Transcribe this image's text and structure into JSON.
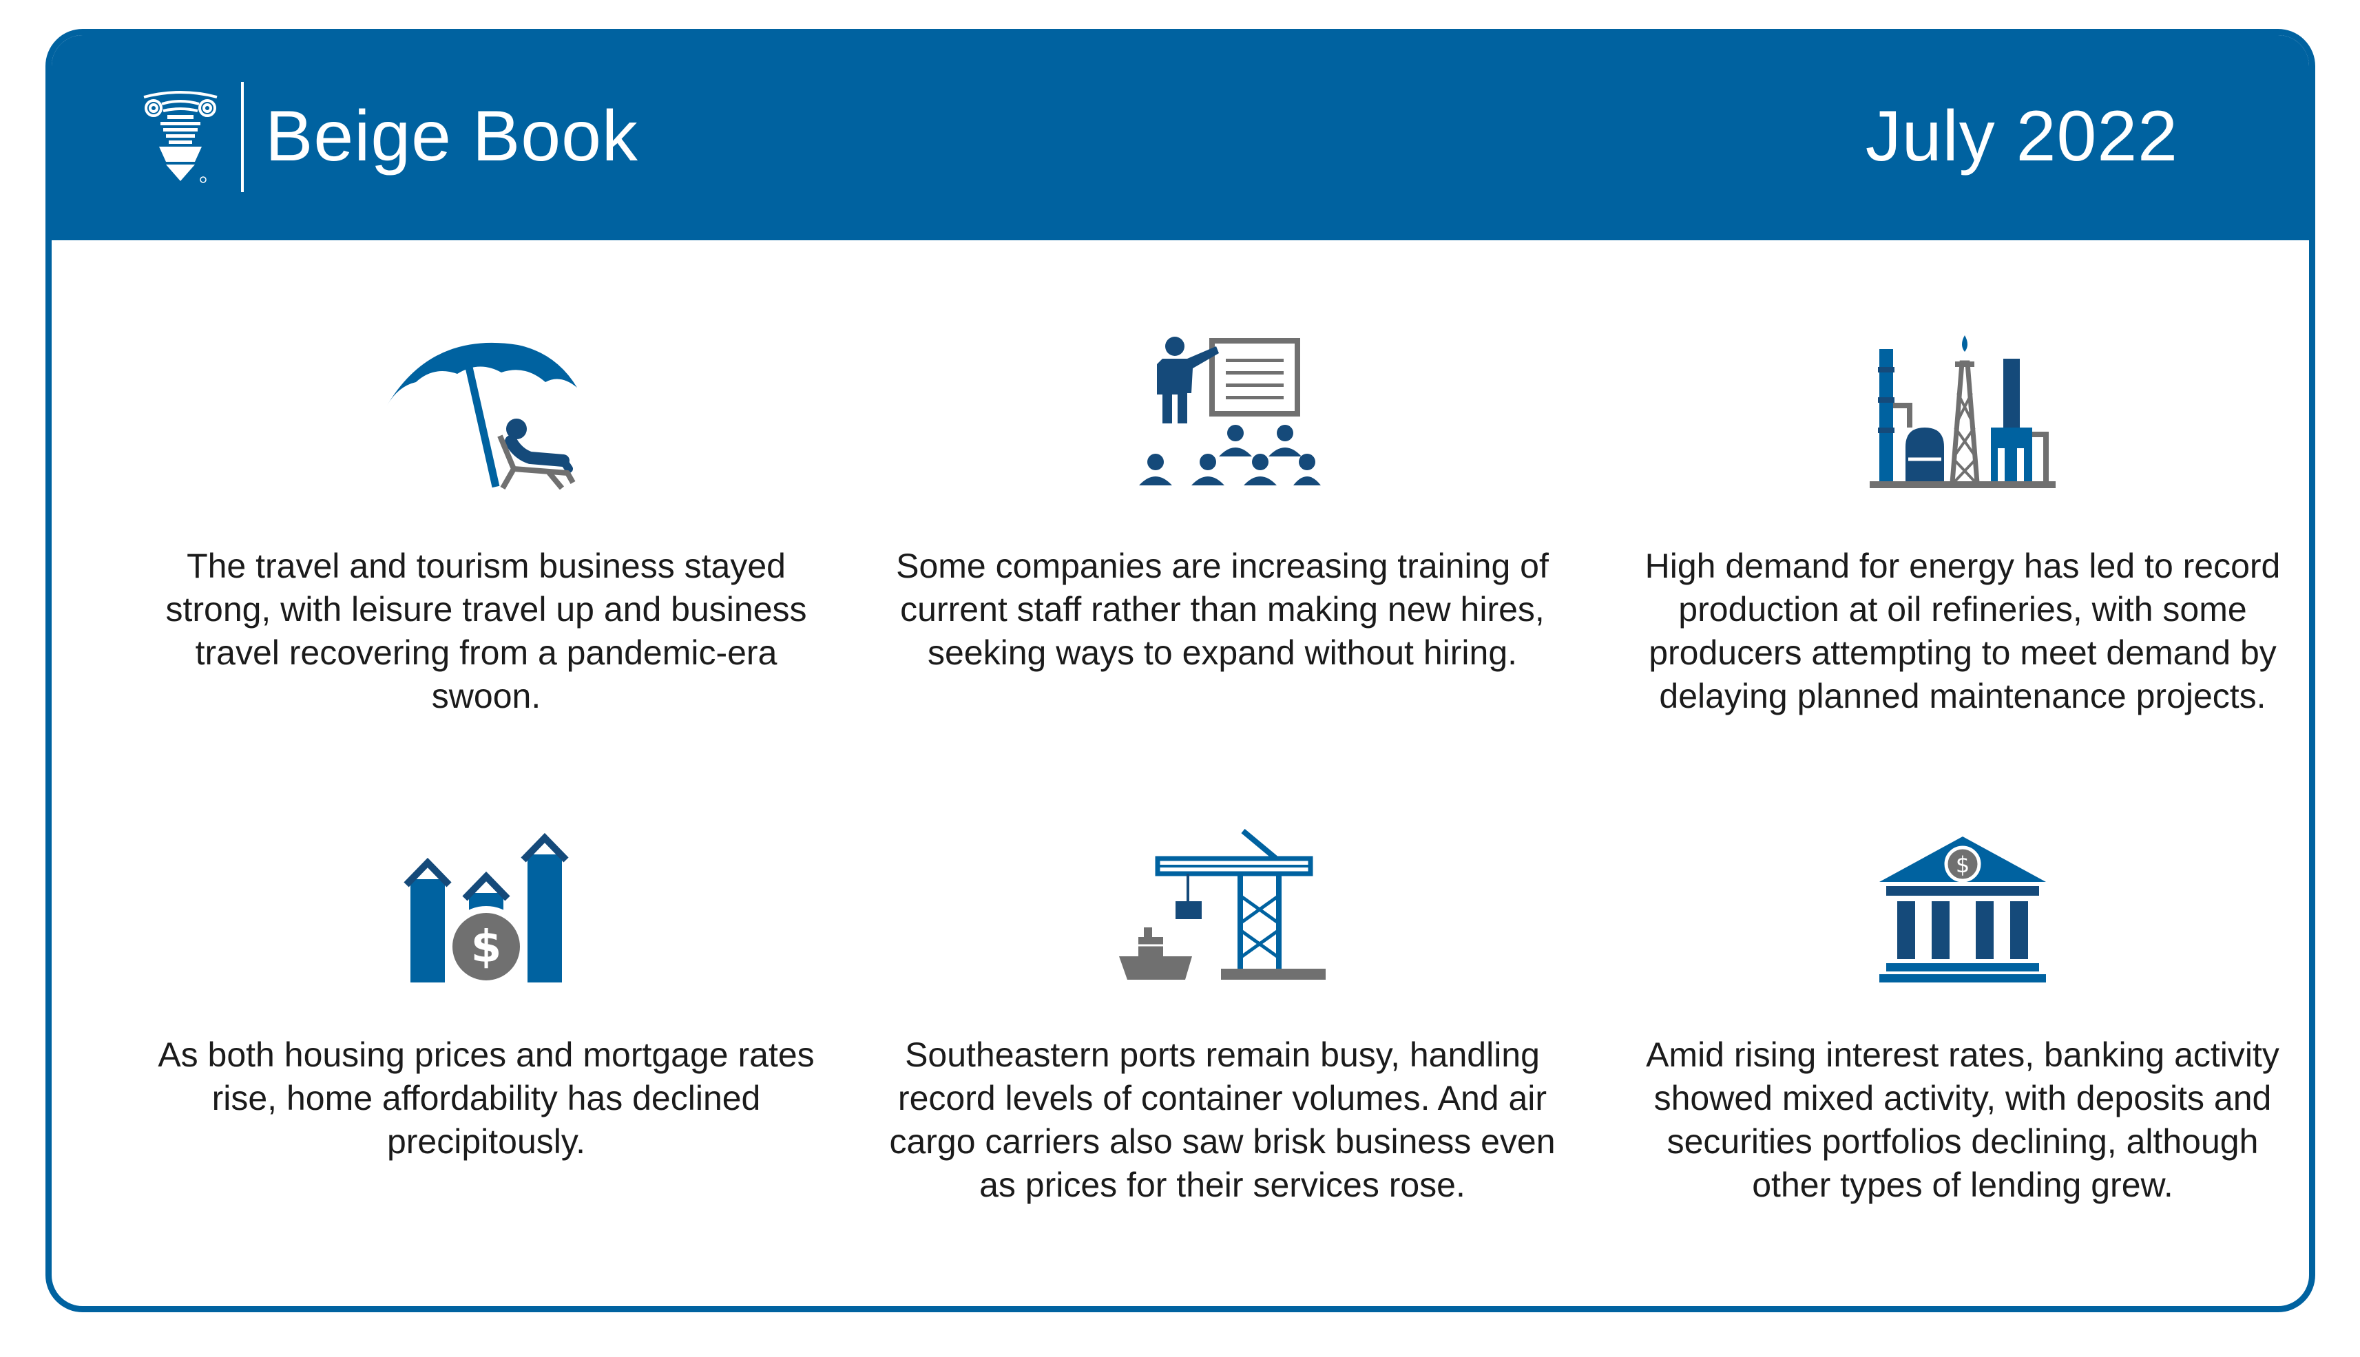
{
  "header": {
    "title": "Beige Book",
    "date": "July 2022"
  },
  "colors": {
    "brand_blue": "#0062a0",
    "icon_navy": "#154a7a",
    "icon_gray": "#707070",
    "text": "#1b1b1b"
  },
  "items": [
    {
      "icon": "beach-umbrella-icon",
      "text": "The travel and tourism business stayed strong, with leisure travel up and business travel recovering from a pandemic-era swoon."
    },
    {
      "icon": "training-presentation-icon",
      "text": "Some companies are increasing training of current staff rather than making new hires, seeking ways to expand without hiring."
    },
    {
      "icon": "oil-refinery-icon",
      "text": "High demand for energy has led to record production at oil refineries, with some producers attempting to meet demand by delaying planned maintenance projects."
    },
    {
      "icon": "housing-price-icon",
      "text": "As both housing prices and mortgage rates rise, home affordability has declined precipitously."
    },
    {
      "icon": "port-crane-icon",
      "text": "Southeastern ports remain busy, handling record levels of container volumes. And air cargo carriers also saw brisk business even as prices for their services rose."
    },
    {
      "icon": "bank-building-icon",
      "text": "Amid rising interest rates, banking activity showed mixed activity, with deposits and securities portfolios declining, although other types of lending grew."
    }
  ]
}
